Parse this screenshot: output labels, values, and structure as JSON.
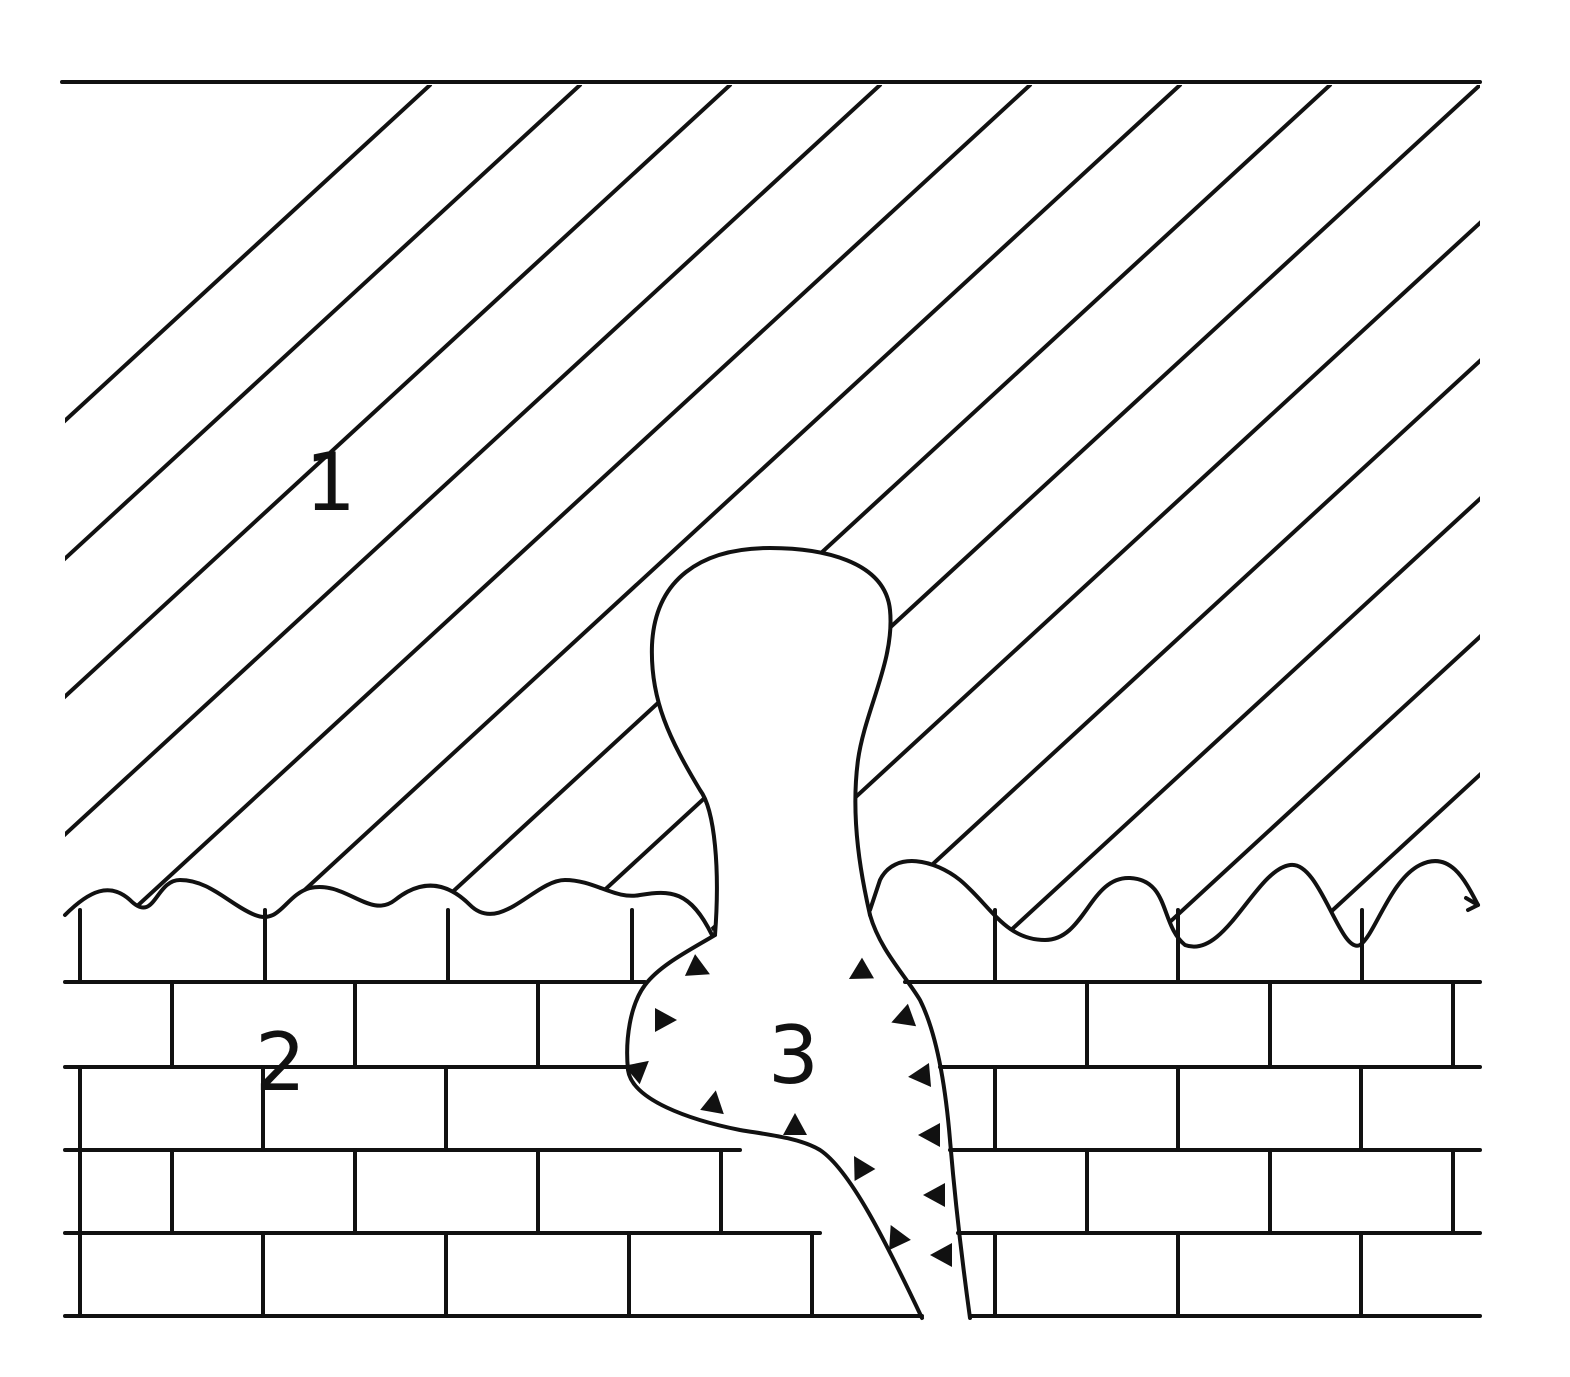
{
  "labels": {
    "layer_1": "1",
    "layer_2": "2",
    "body_3": "3"
  },
  "colors": {
    "ink": "#111111",
    "background": "#ffffff"
  }
}
